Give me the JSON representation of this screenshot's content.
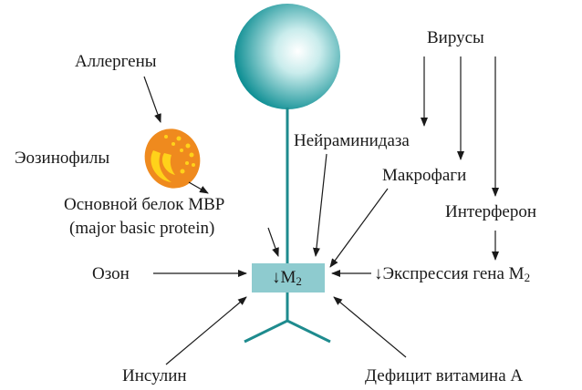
{
  "labels": {
    "allergens": "Аллергены",
    "eosinophils": "Эозинофилы",
    "mbp_line1": "Основной белок MBP",
    "mbp_line2": "(major basic protein)",
    "ozone": "Озон",
    "insulin": "Инсулин",
    "viruses": "Вирусы",
    "neuraminidase": "Нейраминидаза",
    "macrophages": "Макрофаги",
    "interferon": "Интерферон",
    "expression_prefix": "↓Экспрессия гена M",
    "expression_sub": "2",
    "vitamin_a": "Дефицит витамина А",
    "receptor_prefix": "↓M",
    "receptor_sub": "2"
  },
  "colors": {
    "nerve": "#1e8b8e",
    "receptor_box": "#8ecbcf",
    "sphere_center": "#ffffff",
    "sphere_edge": "#0f8f94",
    "eosinophil_body": "#ef8a1e",
    "eosinophil_granule": "#ffd21a",
    "arrow": "#1a1a1a"
  }
}
